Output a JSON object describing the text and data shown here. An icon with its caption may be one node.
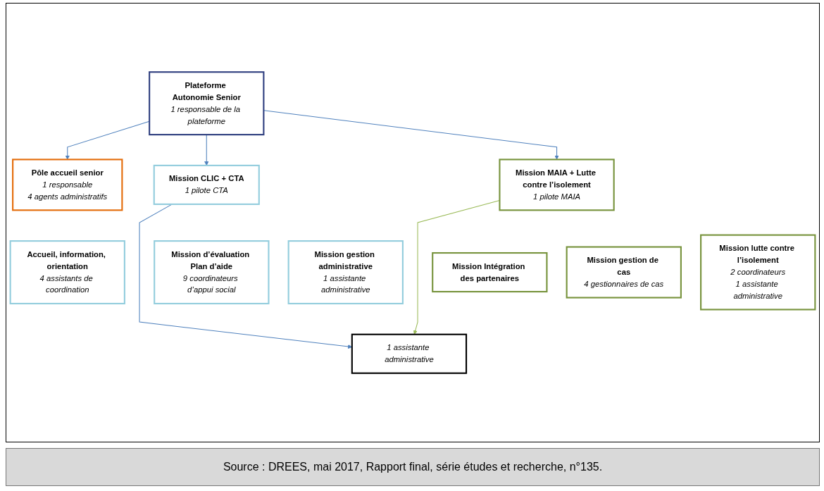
{
  "diagram": {
    "caption": "Source : DREES, mai 2017, Rapport final, série études et recherche, n°135.",
    "nodes": [
      {
        "text": [
          "Plateforme Autonomie Senior",
          "1 responsable de la plateforme"
        ]
      },
      {
        "text": [
          "Pôle accueil senior",
          "1 responsable",
          "4 agents administratifs"
        ]
      },
      {
        "text": [
          "Mission CLIC + CTA",
          "1 pilote CTA"
        ]
      },
      {
        "text": [
          "Mission MAIA + Lutte contre l’isolement",
          "1 pilote MAIA"
        ]
      },
      {
        "text": [
          "Accueil, information, orientation",
          "4 assistants de coordination"
        ]
      },
      {
        "text": [
          "Mission d’évaluation Plan d’aide",
          "9 coordinateurs d’appui social"
        ]
      },
      {
        "text": [
          "Mission gestion administrative",
          "1 assistante administrative"
        ]
      },
      {
        "text": [
          "Mission Intégration des partenaires"
        ]
      },
      {
        "text": [
          "Mission gestion de cas",
          "4 gestionnaires de cas"
        ]
      },
      {
        "text": [
          "Mission lutte contre l’isolement",
          "2 coordinateurs",
          "1 assistante administrative"
        ]
      },
      {
        "text": [
          "1 assistante administrative"
        ]
      }
    ],
    "edges": [
      {
        "from": 0,
        "to": 1,
        "arrow": "to"
      },
      {
        "from": 0,
        "to": 2,
        "arrow": "to"
      },
      {
        "from": 0,
        "to": 3,
        "arrow": "to"
      },
      {
        "from": 2,
        "to": 10,
        "arrow": "to"
      },
      {
        "from": 3,
        "to": 10,
        "arrow": "to",
        "color": "#9bbb59"
      }
    ]
  }
}
